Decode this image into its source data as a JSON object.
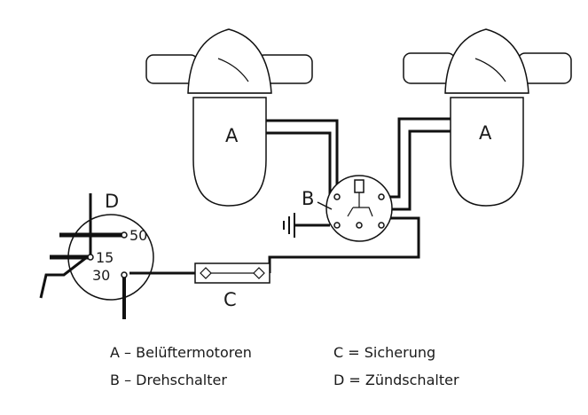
{
  "labels": {
    "motor_left": "A",
    "motor_right": "A",
    "switch": "B",
    "fuse": "C",
    "ignition": "D",
    "term_50": "50",
    "term_15": "15",
    "term_30": "30"
  },
  "legend": {
    "a": "A – Belüftermotoren",
    "b": "B – Drehschalter",
    "c": "C = Sicherung",
    "d": "D = Zündschalter"
  }
}
